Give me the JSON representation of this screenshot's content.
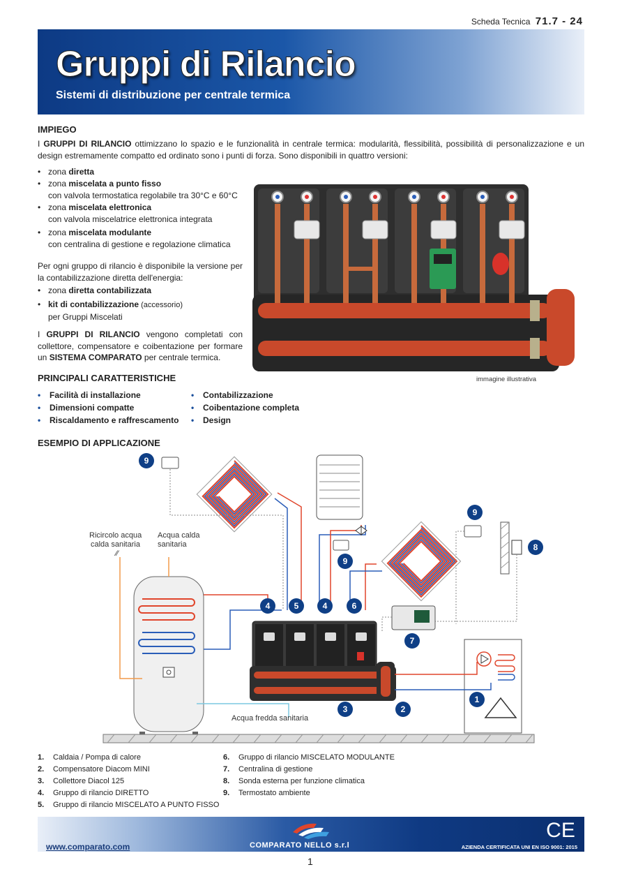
{
  "header": {
    "ref_label": "Scheda Tecnica",
    "ref_code": "71.7 - 24",
    "title": "Gruppi di Rilancio",
    "subtitle": "Sistemi di distribuzione per centrale termica"
  },
  "impiego": {
    "heading": "IMPIEGO",
    "intro_pre": "I ",
    "intro_bold": "GRUPPI DI RILANCIO",
    "intro_post": " ottimizzano lo spazio e le funzionalità in centrale termica: modularità, flessibilità, possibilità di personalizzazione e un design estremamente compatto ed ordinato sono i punti di forza. Sono disponibili in quattro versioni:",
    "versions": [
      {
        "pre": "zona ",
        "bold": "diretta",
        "sub": ""
      },
      {
        "pre": "zona ",
        "bold": "miscelata a punto fisso",
        "sub": "con valvola termostatica regolabile tra 30°C e 60°C"
      },
      {
        "pre": "zona ",
        "bold": "miscelata elettronica",
        "sub": "con valvola miscelatrice elettronica integrata"
      },
      {
        "pre": "zona ",
        "bold": "miscelata modulante",
        "sub": "con centralina di gestione e regolazione climatica"
      }
    ],
    "para2": "Per ogni gruppo di rilancio è disponibile la versione per la contabilizzazione diretta dell'energia:",
    "contab": [
      {
        "pre": "zona ",
        "bold": "diretta contabilizzata",
        "small": "",
        "sub": ""
      },
      {
        "pre": "",
        "bold": "kit di contabilizzazione",
        "small": " (accessorio)",
        "sub": "per Gruppi Miscelati"
      }
    ],
    "para3_pre": "I ",
    "para3_bold": "GRUPPI DI RILANCIO",
    "para3_mid": " vengono completati con collettore, compensatore e coibentazione per formare un ",
    "para3_bold2": "SISTEMA COMPARATO",
    "para3_post": " per centrale termica."
  },
  "photo_caption": "immagine illustrativa",
  "features": {
    "heading": "PRINCIPALI CARATTERISTICHE",
    "col1": [
      "Facilità di installazione",
      "Dimensioni compatte",
      "Riscaldamento e raffrescamento"
    ],
    "col2": [
      "Contabilizzazione",
      "Coibentazione completa",
      "Design"
    ]
  },
  "application": {
    "heading": "ESEMPIO DI APPLICAZIONE",
    "label_ricircolo_1": "Ricircolo acqua",
    "label_ricircolo_2": "calda sanitaria",
    "label_acs_1": "Acqua calda",
    "label_acs_2": "sanitaria",
    "label_afs": "Acqua fredda sanitaria",
    "markers": [
      "9",
      "9",
      "9",
      "8",
      "4",
      "5",
      "4",
      "6",
      "7",
      "3",
      "2",
      "1"
    ]
  },
  "legend": {
    "col1": [
      {
        "n": "1.",
        "text": "Caldaia / Pompa di calore"
      },
      {
        "n": "2.",
        "text": "Compensatore Diacom MINI"
      },
      {
        "n": "3.",
        "text": "Collettore Diacol 125"
      },
      {
        "n": "4.",
        "text": "Gruppo di rilancio DIRETTO"
      },
      {
        "n": "5.",
        "text": "Gruppo di rilancio MISCELATO A PUNTO FISSO"
      }
    ],
    "col2": [
      {
        "n": "6.",
        "text": "Gruppo di rilancio MISCELATO MODULANTE"
      },
      {
        "n": "7.",
        "text": "Centralina di gestione"
      },
      {
        "n": "8.",
        "text": "Sonda esterna per funzione climatica"
      },
      {
        "n": "9.",
        "text": "Termostato ambiente"
      }
    ]
  },
  "footer": {
    "url": "www.comparato.com",
    "company": "COMPARATO NELLO s.r.l",
    "cert": "AZIENDA CERTIFICATA UNI EN ISO 9001: 2015",
    "ce_mark": "CE",
    "page": "1"
  },
  "colors": {
    "brand_blue": "#0d3a84",
    "hot_red": "#e0452b",
    "cold_blue": "#2a5db8",
    "marker_blue": "#0f3f86"
  }
}
